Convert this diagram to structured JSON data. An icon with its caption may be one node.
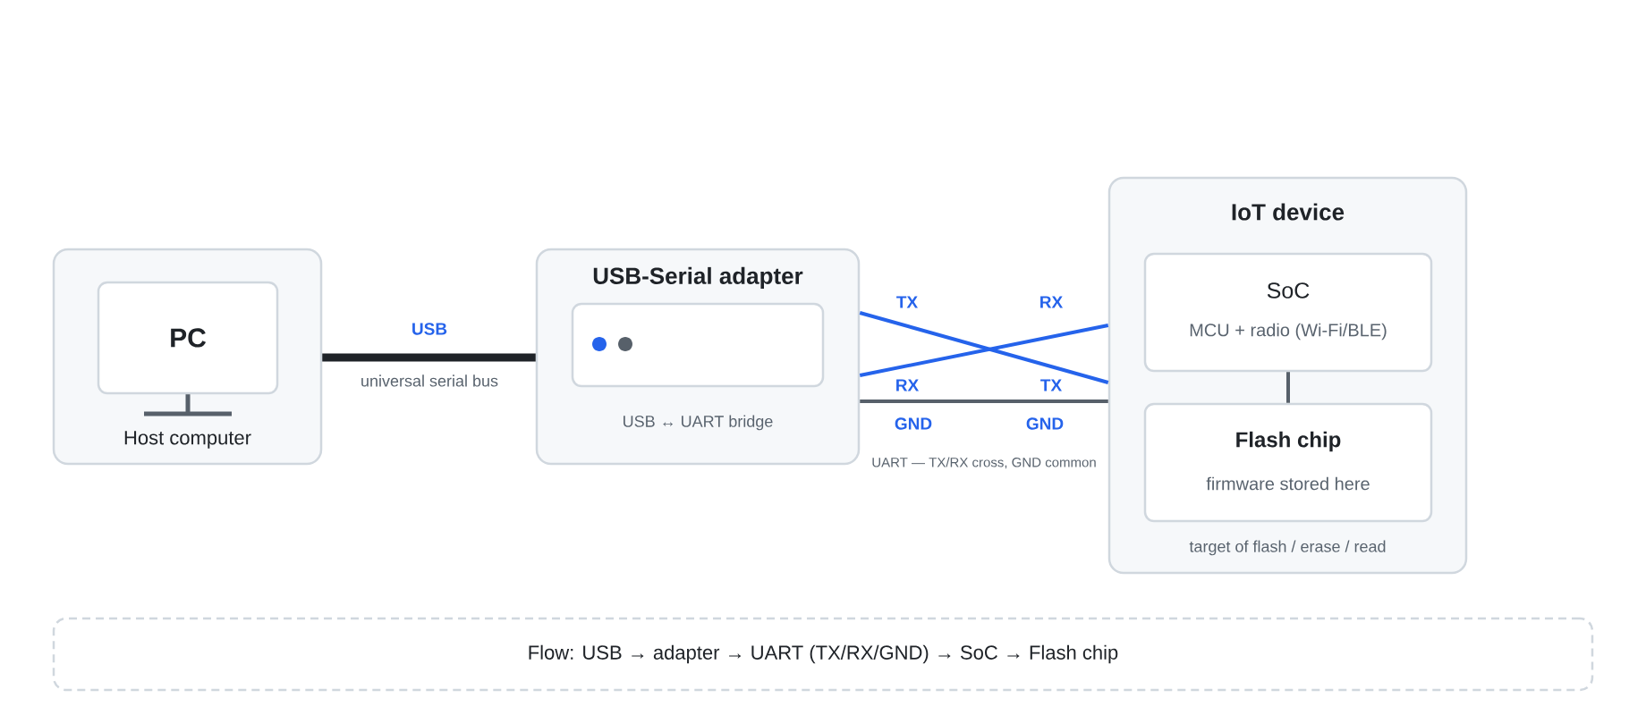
{
  "diagram": {
    "nodes": [
      {
        "text": [
          "Host computer"
        ]
      },
      {
        "text": [
          "PC"
        ],
        "in": 0
      },
      {
        "text": [
          "USB-Serial adapter",
          "USB ↔ UART bridge"
        ]
      },
      {
        "text": [],
        "shape": "box",
        "in": 2
      },
      {
        "text": [
          "IoT device",
          "target of flash / erase / read"
        ]
      },
      {
        "text": [
          "SoC",
          "MCU + radio (Wi-Fi/BLE)"
        ],
        "in": 4
      },
      {
        "text": [
          "Flash chip",
          "firmware stored here"
        ],
        "in": 4
      },
      {
        "text": [
          "Flow: USB → adapter → UART (TX/RX/GND) → SoC → Flash chip"
        ]
      }
    ],
    "edges": [
      {
        "from": 0,
        "to": 2,
        "arrow": "none",
        "label": "USB",
        "style": "thick",
        "color": "#1f2328"
      },
      {
        "from": 2,
        "to": 4,
        "arrow": "none",
        "color": "#2563eb"
      },
      {
        "from": 2,
        "to": 4,
        "arrow": "none",
        "color": "#2563eb"
      },
      {
        "from": 2,
        "to": 4,
        "arrow": "none",
        "color": "#57606a"
      },
      {
        "from": 5,
        "to": 6,
        "arrow": "none",
        "color": "#57606a"
      }
    ],
    "labels": [
      "TX",
      "RX",
      "universal serial bus",
      "RX",
      "TX",
      "GND",
      "GND",
      "UART — TX/RX cross, GND common"
    ]
  }
}
